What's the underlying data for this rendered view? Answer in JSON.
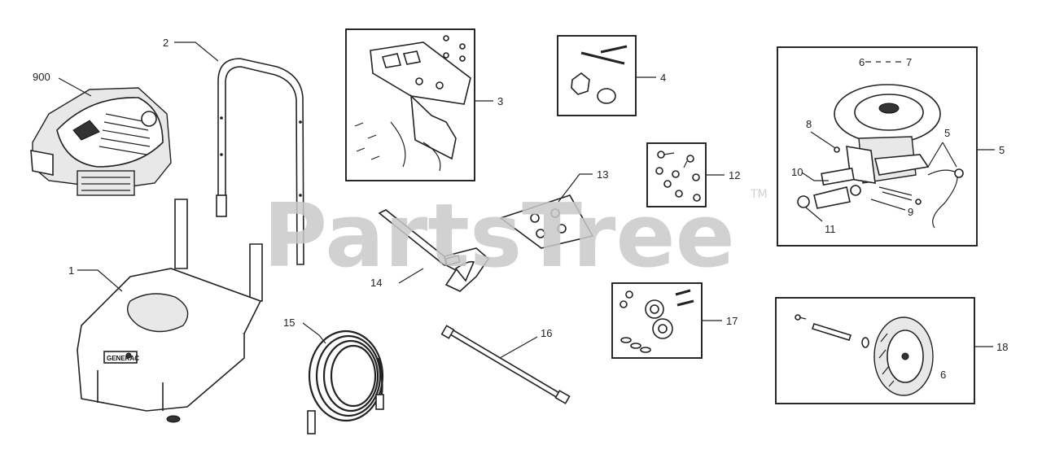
{
  "watermark": {
    "text": "PartsTree",
    "trademark": "TM"
  },
  "callouts": {
    "c900": "900",
    "c2": "2",
    "c1": "1",
    "c3": "3",
    "c4": "4",
    "c5": "5",
    "c6": "6",
    "c7": "7",
    "c8": "8",
    "c9": "9",
    "c10": "10",
    "c11": "11",
    "c12": "12",
    "c13": "13",
    "c14": "14",
    "c15": "15",
    "c16": "16",
    "c17": "17",
    "c18": "18",
    "c6b": "6"
  },
  "frame_badge": "GENERAC"
}
